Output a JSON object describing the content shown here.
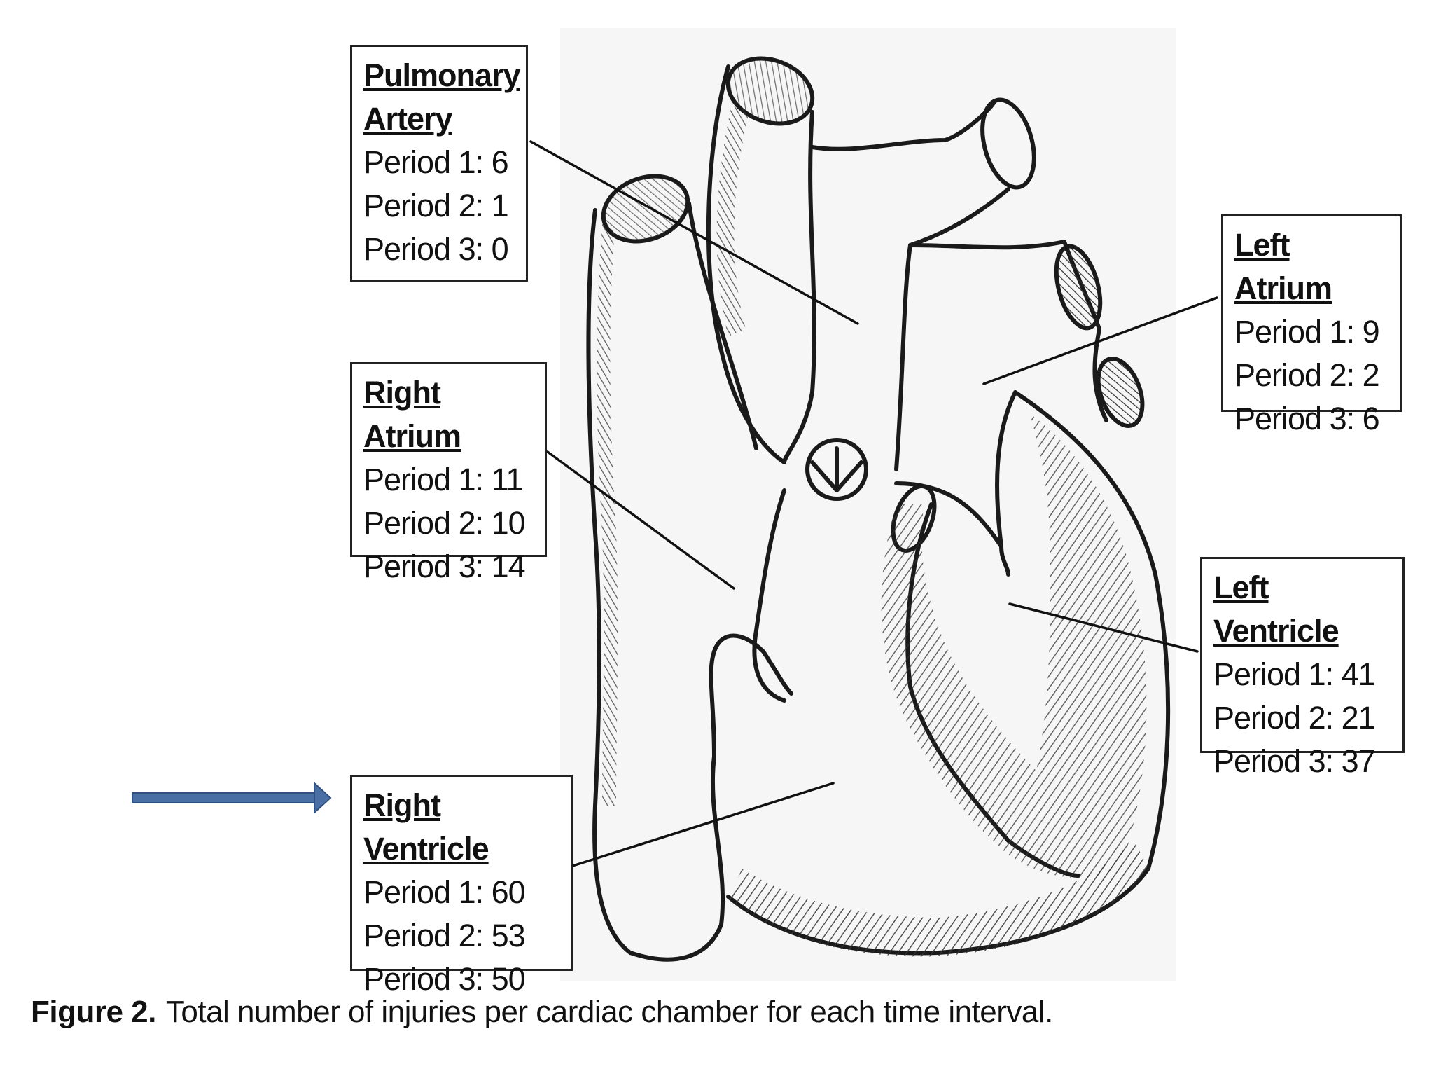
{
  "labels": {
    "pulmonary_artery": {
      "title_line1": "Pulmonary",
      "title_line2": "Artery",
      "rows": [
        "Period 1: 6",
        "Period 2: 1",
        "Period 3: 0"
      ]
    },
    "right_atrium": {
      "title": "Right Atrium",
      "rows": [
        "Period 1: 11",
        "Period 2: 10",
        "Period 3: 14"
      ]
    },
    "right_ventricle": {
      "title": "Right Ventricle",
      "rows": [
        "Period 1: 60",
        "Period 2: 53",
        "Period 3: 50"
      ]
    },
    "left_atrium": {
      "title": "Left Atrium",
      "rows": [
        "Period 1: 9",
        "Period 2: 2",
        "Period 3: 6"
      ]
    },
    "left_ventricle": {
      "title": "Left Ventricle",
      "rows": [
        "Period 1: 41",
        "Period 2: 21",
        "Period 3: 37"
      ]
    }
  },
  "caption": {
    "figure": "Figure 2.",
    "text": "Total number of injuries per cardiac chamber for each time interval."
  },
  "colors": {
    "arrow": "#4a6fa5",
    "ink": "#222222",
    "background": "#ffffff"
  }
}
